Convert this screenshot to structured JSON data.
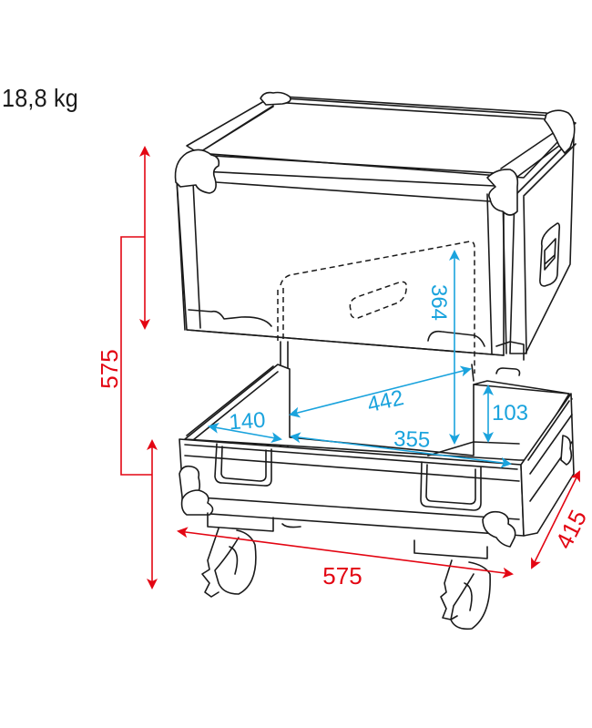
{
  "product": {
    "weight_label": "18,8 kg"
  },
  "colors": {
    "outer_dimension": "#e30613",
    "inner_dimension": "#1aa3dd",
    "outline": "#1a1a1a",
    "background": "#ffffff"
  },
  "outer_dimensions": {
    "height": "575",
    "width": "575",
    "depth": "415"
  },
  "inner_dimensions": {
    "lid_depth": "364",
    "diagonal": "442",
    "base_width": "355",
    "side_compartment": "140",
    "base_depth": "103"
  }
}
